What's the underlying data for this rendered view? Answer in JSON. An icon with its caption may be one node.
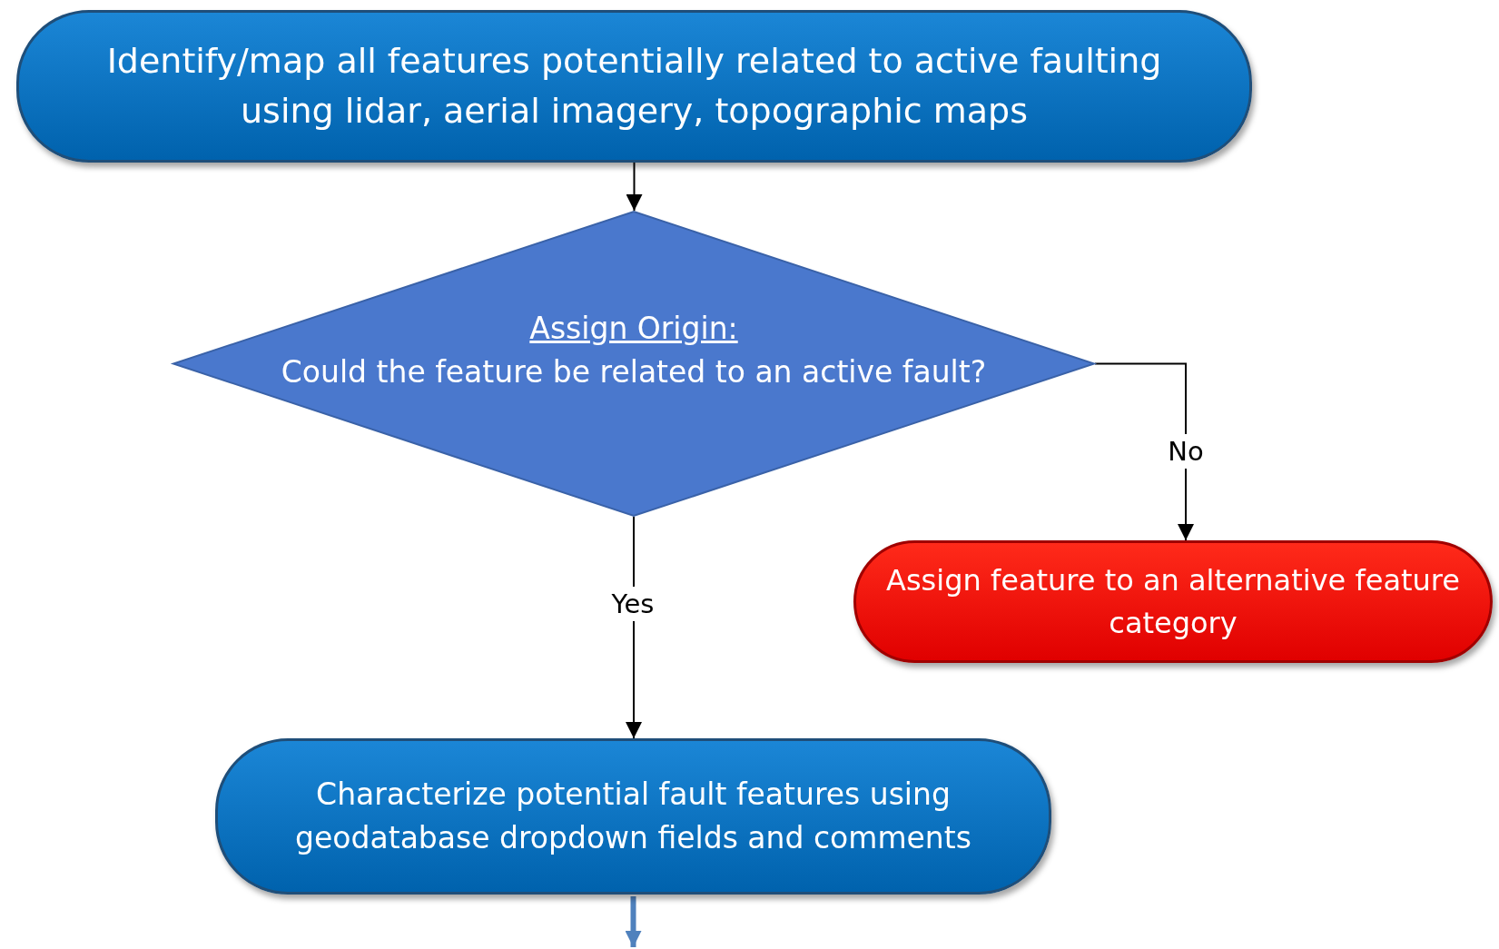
{
  "diagram": {
    "nodes": [
      {
        "text": [
          "Identify/map all features potentially related to active faulting using lidar, aerial imagery, topographic maps"
        ]
      },
      {
        "text": [
          "Assign Origin:",
          "Could the feature be related to an active fault?"
        ]
      },
      {
        "text": [
          "Assign feature to an alternative feature category"
        ]
      },
      {
        "text": [
          "Characterize potential fault features using geodatabase dropdown fields and comments"
        ]
      }
    ],
    "edges": [
      {
        "from": 0,
        "to": 1,
        "arrow": "to"
      },
      {
        "from": 1,
        "to": 2,
        "arrow": "to",
        "label": "No"
      },
      {
        "from": 1,
        "to": 3,
        "arrow": "to",
        "label": "Yes"
      },
      {
        "from": 3,
        "to": null,
        "arrow": "to",
        "color": "#4f81bd",
        "style": "thick"
      }
    ]
  }
}
